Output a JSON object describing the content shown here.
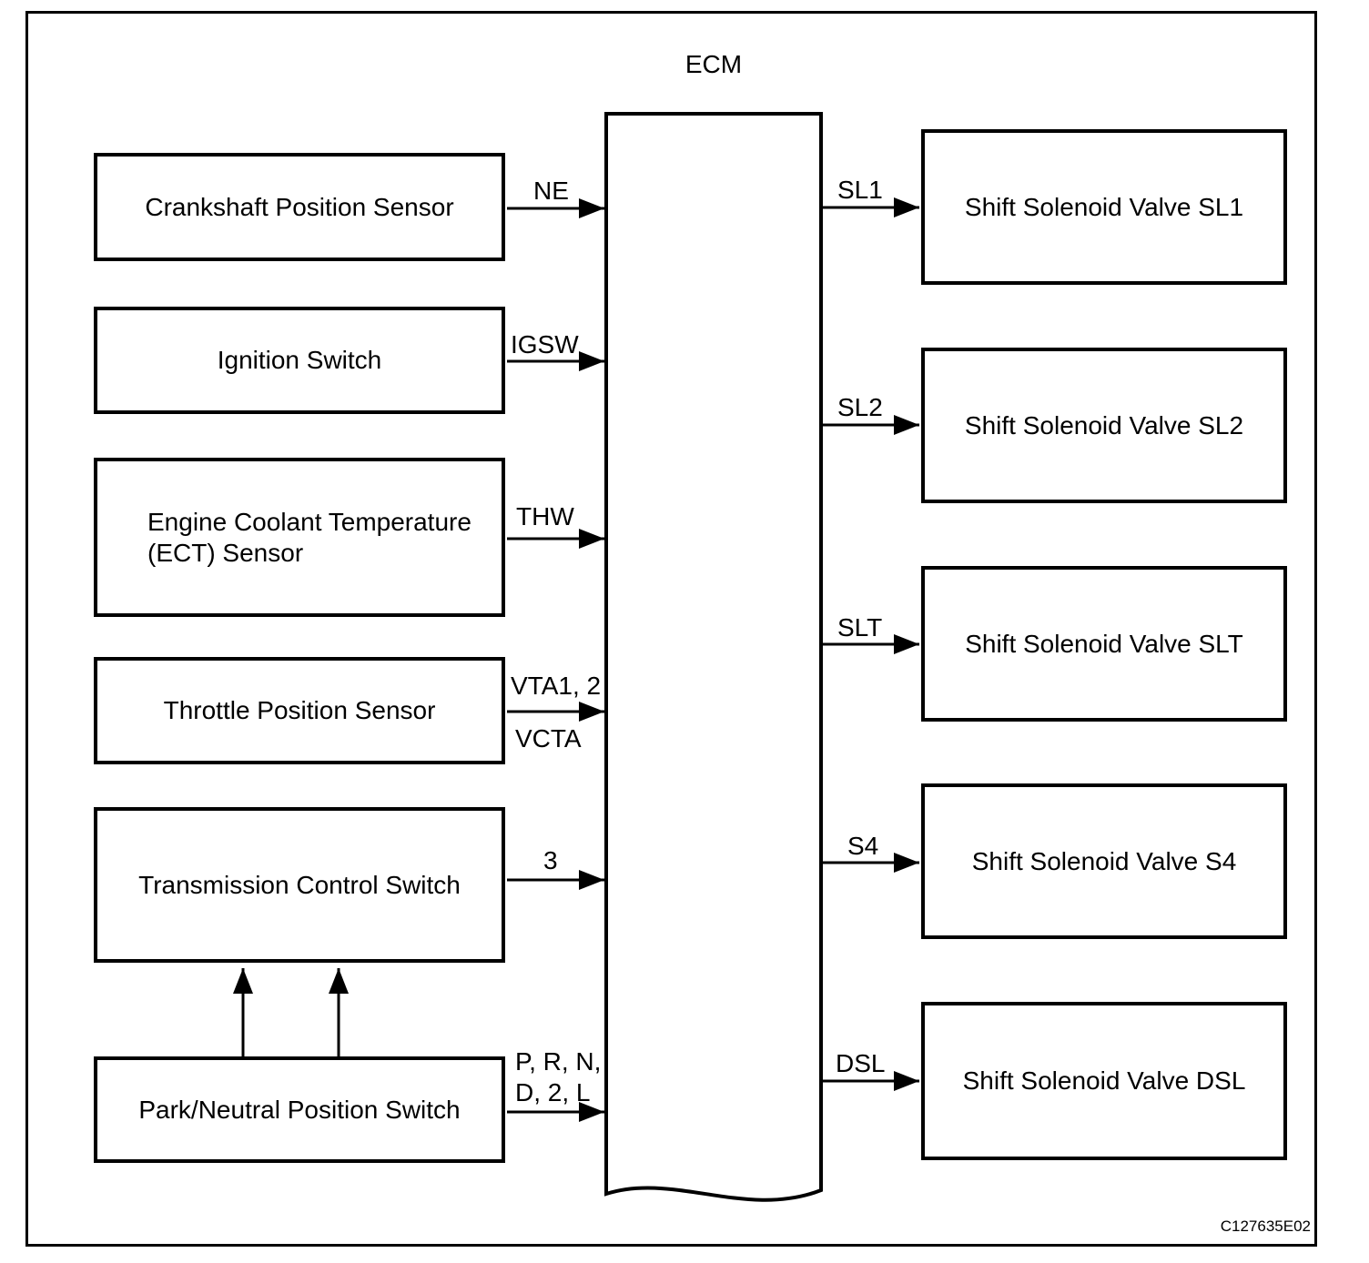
{
  "diagram": {
    "title": "ECM",
    "figure_code": "C127635E02",
    "inputs": [
      {
        "label": "Crankshaft Position Sensor",
        "signal": "NE"
      },
      {
        "label": "Ignition Switch",
        "signal": "IGSW"
      },
      {
        "label_lines": [
          "Engine Coolant Temperature",
          "(ECT) Sensor"
        ],
        "signal": "THW"
      },
      {
        "label": "Throttle Position Sensor",
        "signals": [
          "VTA1, 2",
          "VCTA"
        ]
      },
      {
        "label": "Transmission Control Switch",
        "signal": "3"
      },
      {
        "label": "Park/Neutral Position Switch",
        "signal_lines": [
          "P, R, N,",
          "D, 2, L"
        ]
      }
    ],
    "outputs": [
      {
        "label": "Shift Solenoid Valve SL1",
        "signal": "SL1"
      },
      {
        "label": "Shift Solenoid Valve SL2",
        "signal": "SL2"
      },
      {
        "label": "Shift Solenoid Valve SLT",
        "signal": "SLT"
      },
      {
        "label": "Shift Solenoid Valve S4",
        "signal": "S4"
      },
      {
        "label": "Shift Solenoid Valve DSL",
        "signal": "DSL"
      }
    ]
  }
}
